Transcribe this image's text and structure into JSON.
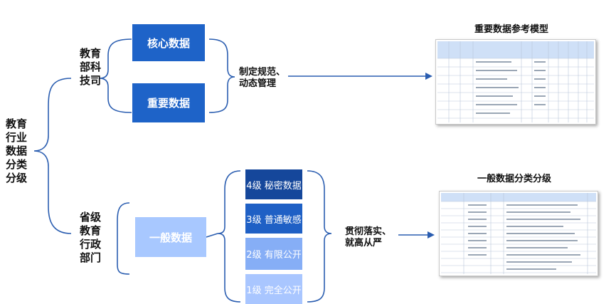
{
  "root": {
    "label": "教育\n行业\n数据\n分类\n分级"
  },
  "ministry": {
    "label": "教育\n部科\n技司"
  },
  "province": {
    "label": "省级\n教育\n行政\n部门"
  },
  "core_data": {
    "label": "核心数据"
  },
  "important_data": {
    "label": "重要数据"
  },
  "general_data": {
    "label": "一般数据"
  },
  "levels": [
    {
      "label": "4级 秘密数据"
    },
    {
      "label": "3级 普通敏感"
    },
    {
      "label": "2级 有限公开"
    },
    {
      "label": "1级 完全公开"
    }
  ],
  "policy_top": {
    "label": "制定规范、\n动态管理"
  },
  "policy_bottom": {
    "label": "贯彻落实、\n就高从严"
  },
  "ref_top": {
    "title": "重要数据参考模型"
  },
  "ref_bottom": {
    "title": "一般数据分类分级"
  },
  "colors": {
    "core": "#1e63c8",
    "important": "#1e63c8",
    "general": "#a8c8ff",
    "level4": "#15479b",
    "level3": "#1f60c5",
    "level2": "#86aef6",
    "level1": "#a9c6ff",
    "bracket": "#2a5db0",
    "arrow": "#2a5db0"
  }
}
